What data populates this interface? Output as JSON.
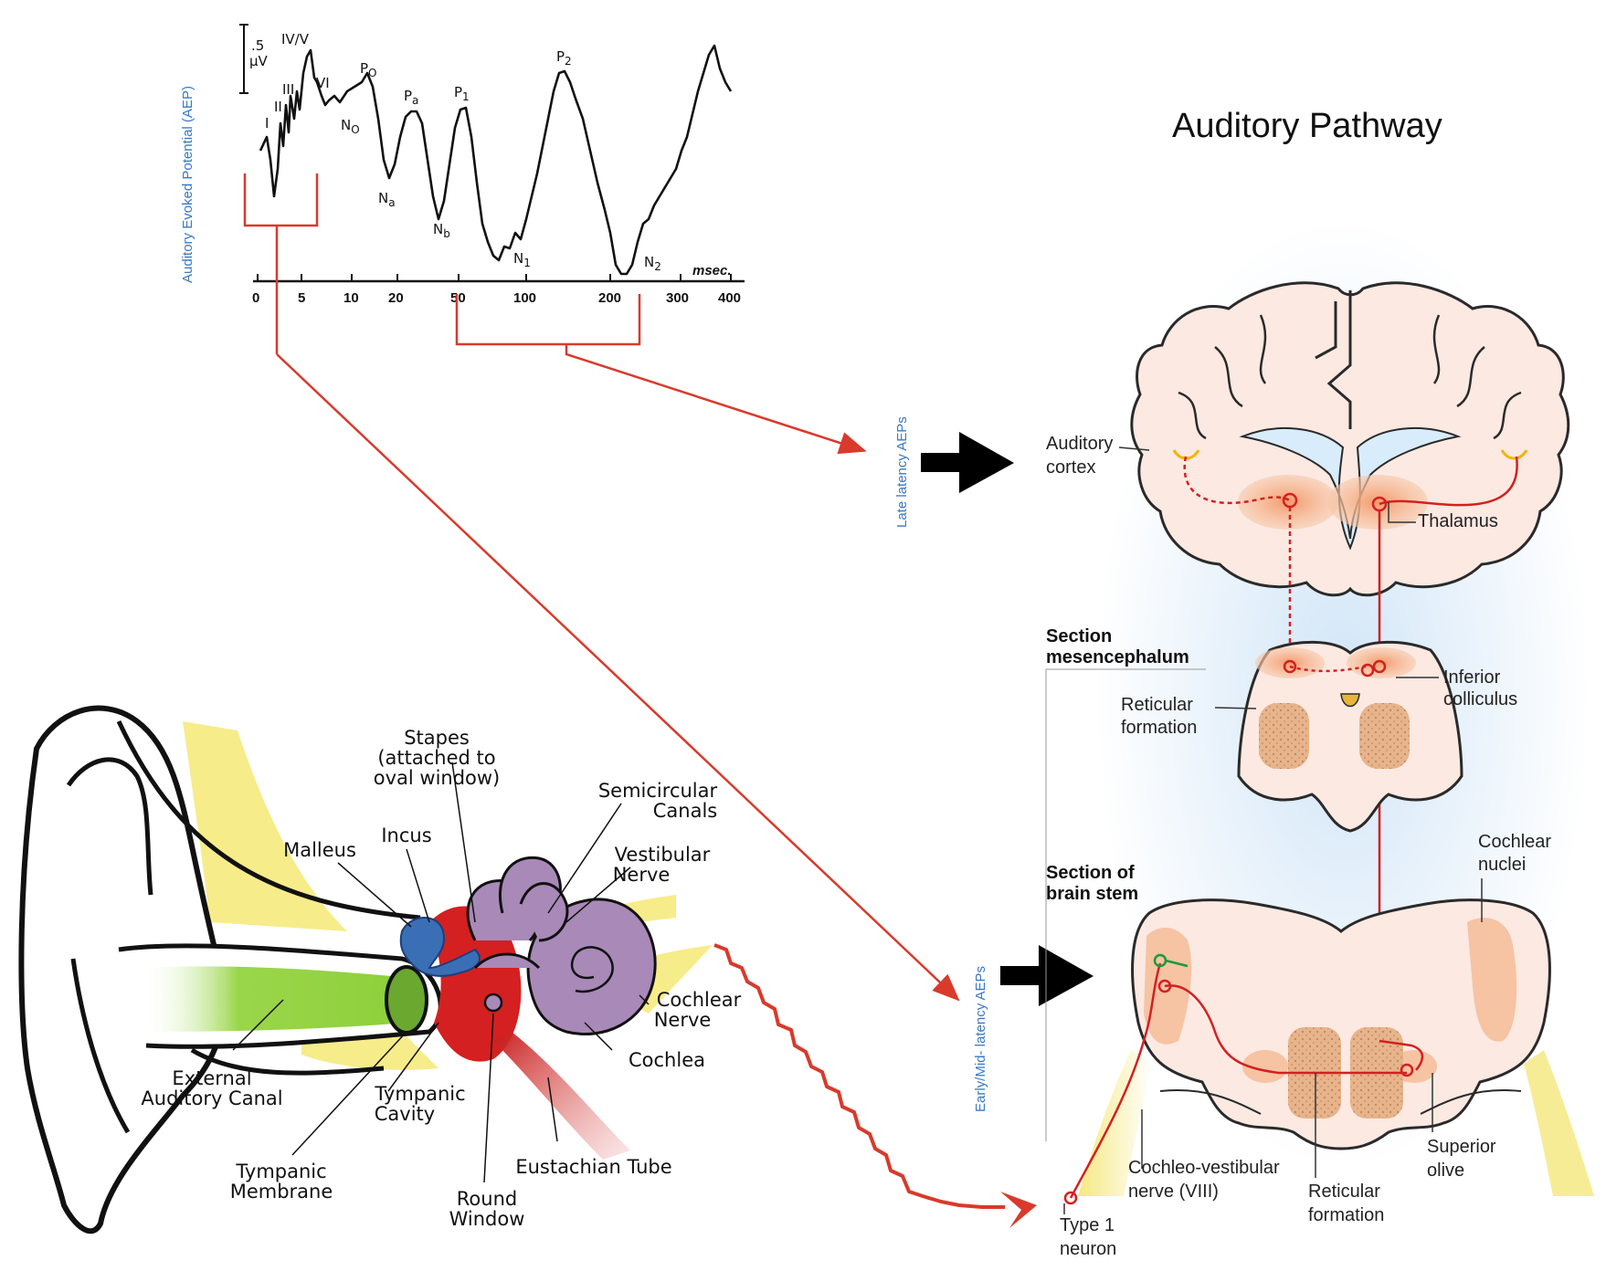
{
  "title": "Auditory Pathway",
  "aep_plot": {
    "y_axis_label": "Auditory Evoked Potential (AEP)",
    "scale_label": [
      ".5",
      "μV"
    ],
    "x_unit": "msec.",
    "x_ticks": [
      "0",
      "5",
      "10",
      "20",
      "50",
      "100",
      "200",
      "300",
      "400"
    ],
    "peaks": [
      "I",
      "II",
      "III",
      "IV/V",
      "VI",
      "P",
      "N",
      "N",
      "N",
      "N",
      "N",
      "P",
      "P",
      "P"
    ],
    "peak_subscripts": [
      "O",
      "O",
      "a",
      "a",
      "b",
      "1",
      "1",
      "2",
      "2"
    ]
  },
  "side_labels": {
    "late": "Late latency AEPs",
    "early": "Early/Mid- latency AEPs"
  },
  "ear": {
    "stapes": [
      "Stapes",
      "(attached to",
      "oval window)"
    ],
    "incus": "Incus",
    "malleus": "Malleus",
    "semicircular": [
      "Semicircular",
      "Canals"
    ],
    "vestibular": [
      "Vestibular",
      "Nerve"
    ],
    "cochlear_nerve": [
      "Cochlear",
      "Nerve"
    ],
    "cochlea": "Cochlea",
    "eac": [
      "External",
      "Auditory Canal"
    ],
    "tympanic_cavity": [
      "Tympanic",
      "Cavity"
    ],
    "eustachian": "Eustachian Tube",
    "tympanic_membrane": [
      "Tympanic",
      "Membrane"
    ],
    "round_window": [
      "Round",
      "Window"
    ]
  },
  "brain": {
    "auditory_cortex": [
      "Auditory",
      "cortex"
    ],
    "thalamus": "Thalamus",
    "section_mes": [
      "Section",
      "mesencephalum"
    ],
    "reticular1": [
      "Reticular",
      "formation"
    ],
    "inferior_colliculus": [
      "Inferior",
      "colliculus"
    ],
    "section_bs": [
      "Section of",
      "brain stem"
    ],
    "cochlear_nuclei": [
      "Cochlear",
      "nuclei"
    ],
    "cochleo_vestibular": [
      "Cochleo-vestibular",
      "nerve (VIII)"
    ],
    "reticular2": [
      "Reticular",
      "formation"
    ],
    "superior_olive": [
      "Superior",
      "olive"
    ],
    "type1": [
      "Type 1",
      "neuron"
    ]
  },
  "colors": {
    "red": "#d93a2b",
    "nerve_red": "#d42020",
    "tissue": "#fbe9e2",
    "orange": "#f5b08a",
    "blue_glow": "#cfe4f7",
    "purple": "#a889b8",
    "green": "#8ccf3a",
    "yellow": "#f7ec8a",
    "label_blue": "#3a78c2"
  }
}
